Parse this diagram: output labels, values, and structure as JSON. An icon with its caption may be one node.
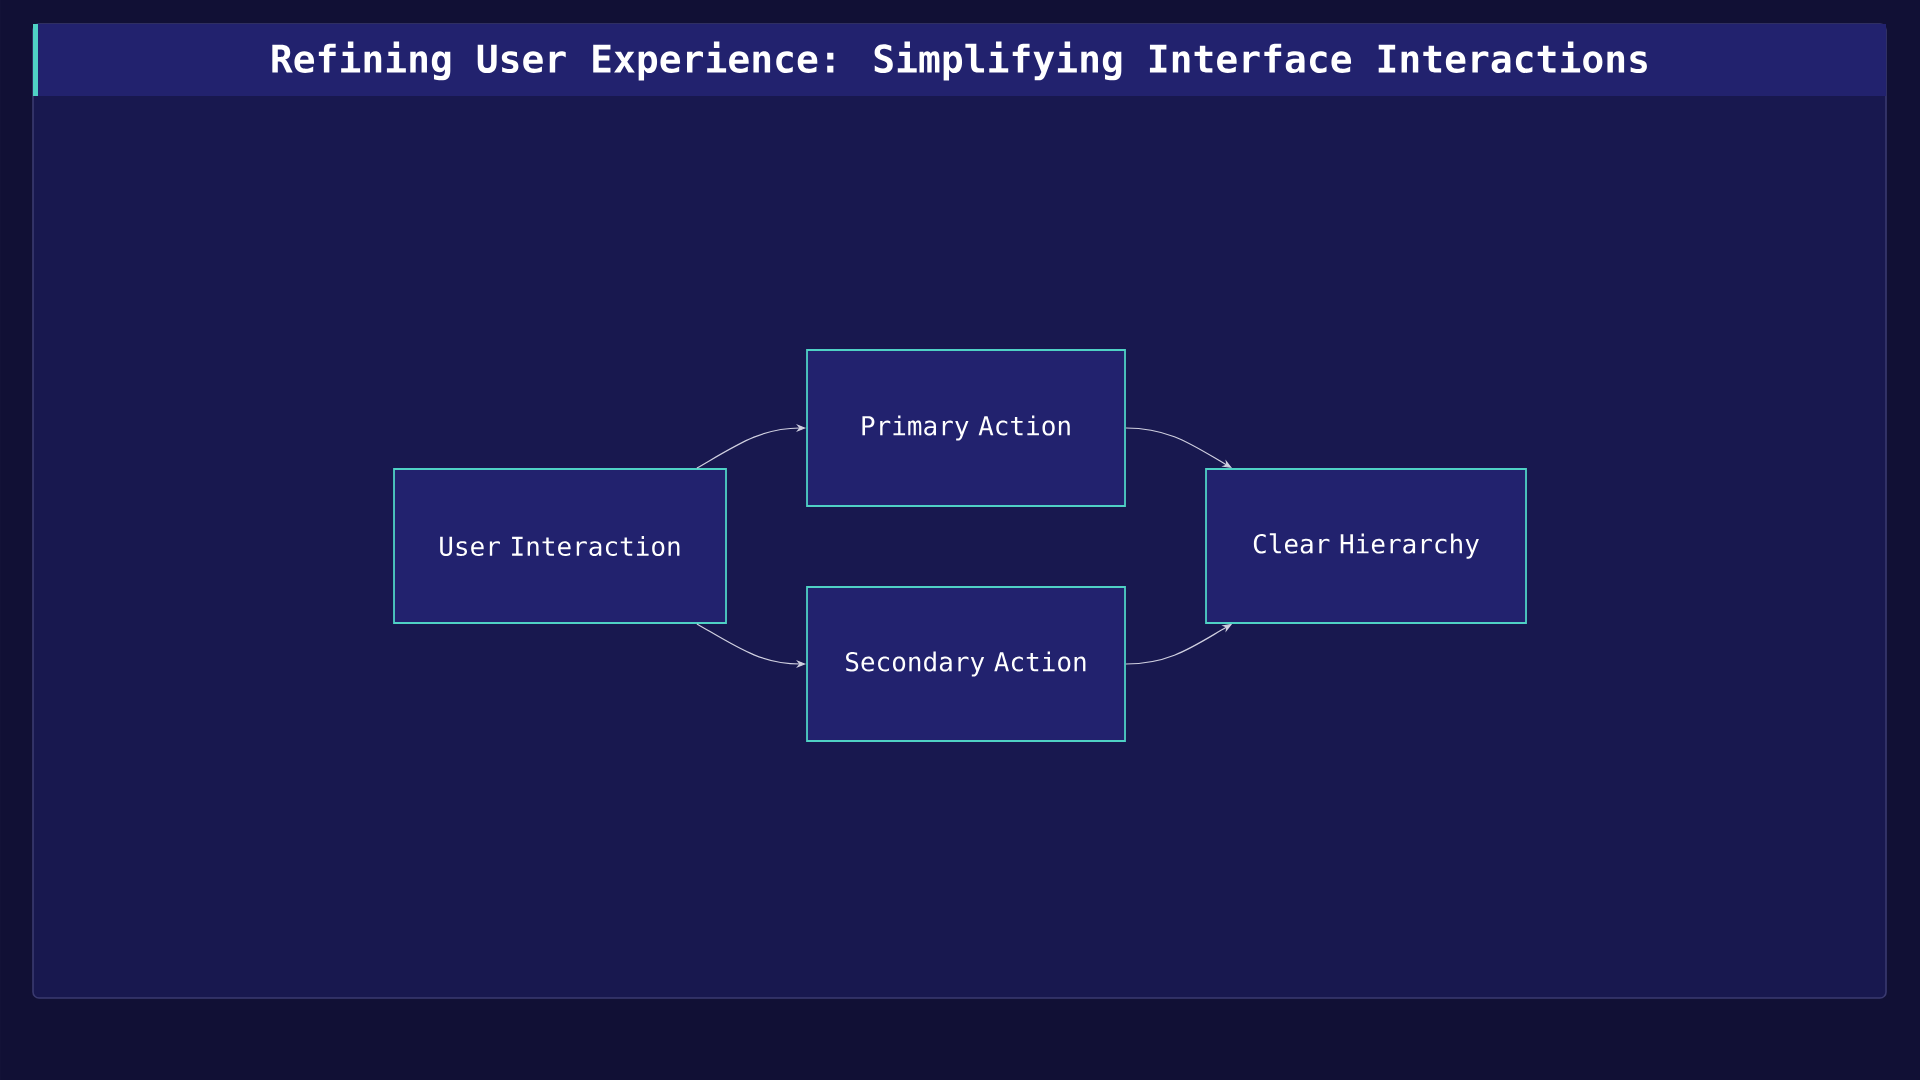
{
  "diagram": {
    "title": "Refining User Experience: Simplifying Interface Interactions",
    "nodes": [
      {
        "text": [
          "User Interaction"
        ]
      },
      {
        "text": [
          "Primary Action"
        ]
      },
      {
        "text": [
          "Secondary Action"
        ]
      },
      {
        "text": [
          "Clear Hierarchy"
        ]
      }
    ],
    "edges": [
      {
        "from": 0,
        "to": 1,
        "arrow": "to"
      },
      {
        "from": 0,
        "to": 2,
        "arrow": "to"
      },
      {
        "from": 1,
        "to": 3,
        "arrow": "to"
      },
      {
        "from": 2,
        "to": 3,
        "arrow": "to"
      }
    ]
  }
}
